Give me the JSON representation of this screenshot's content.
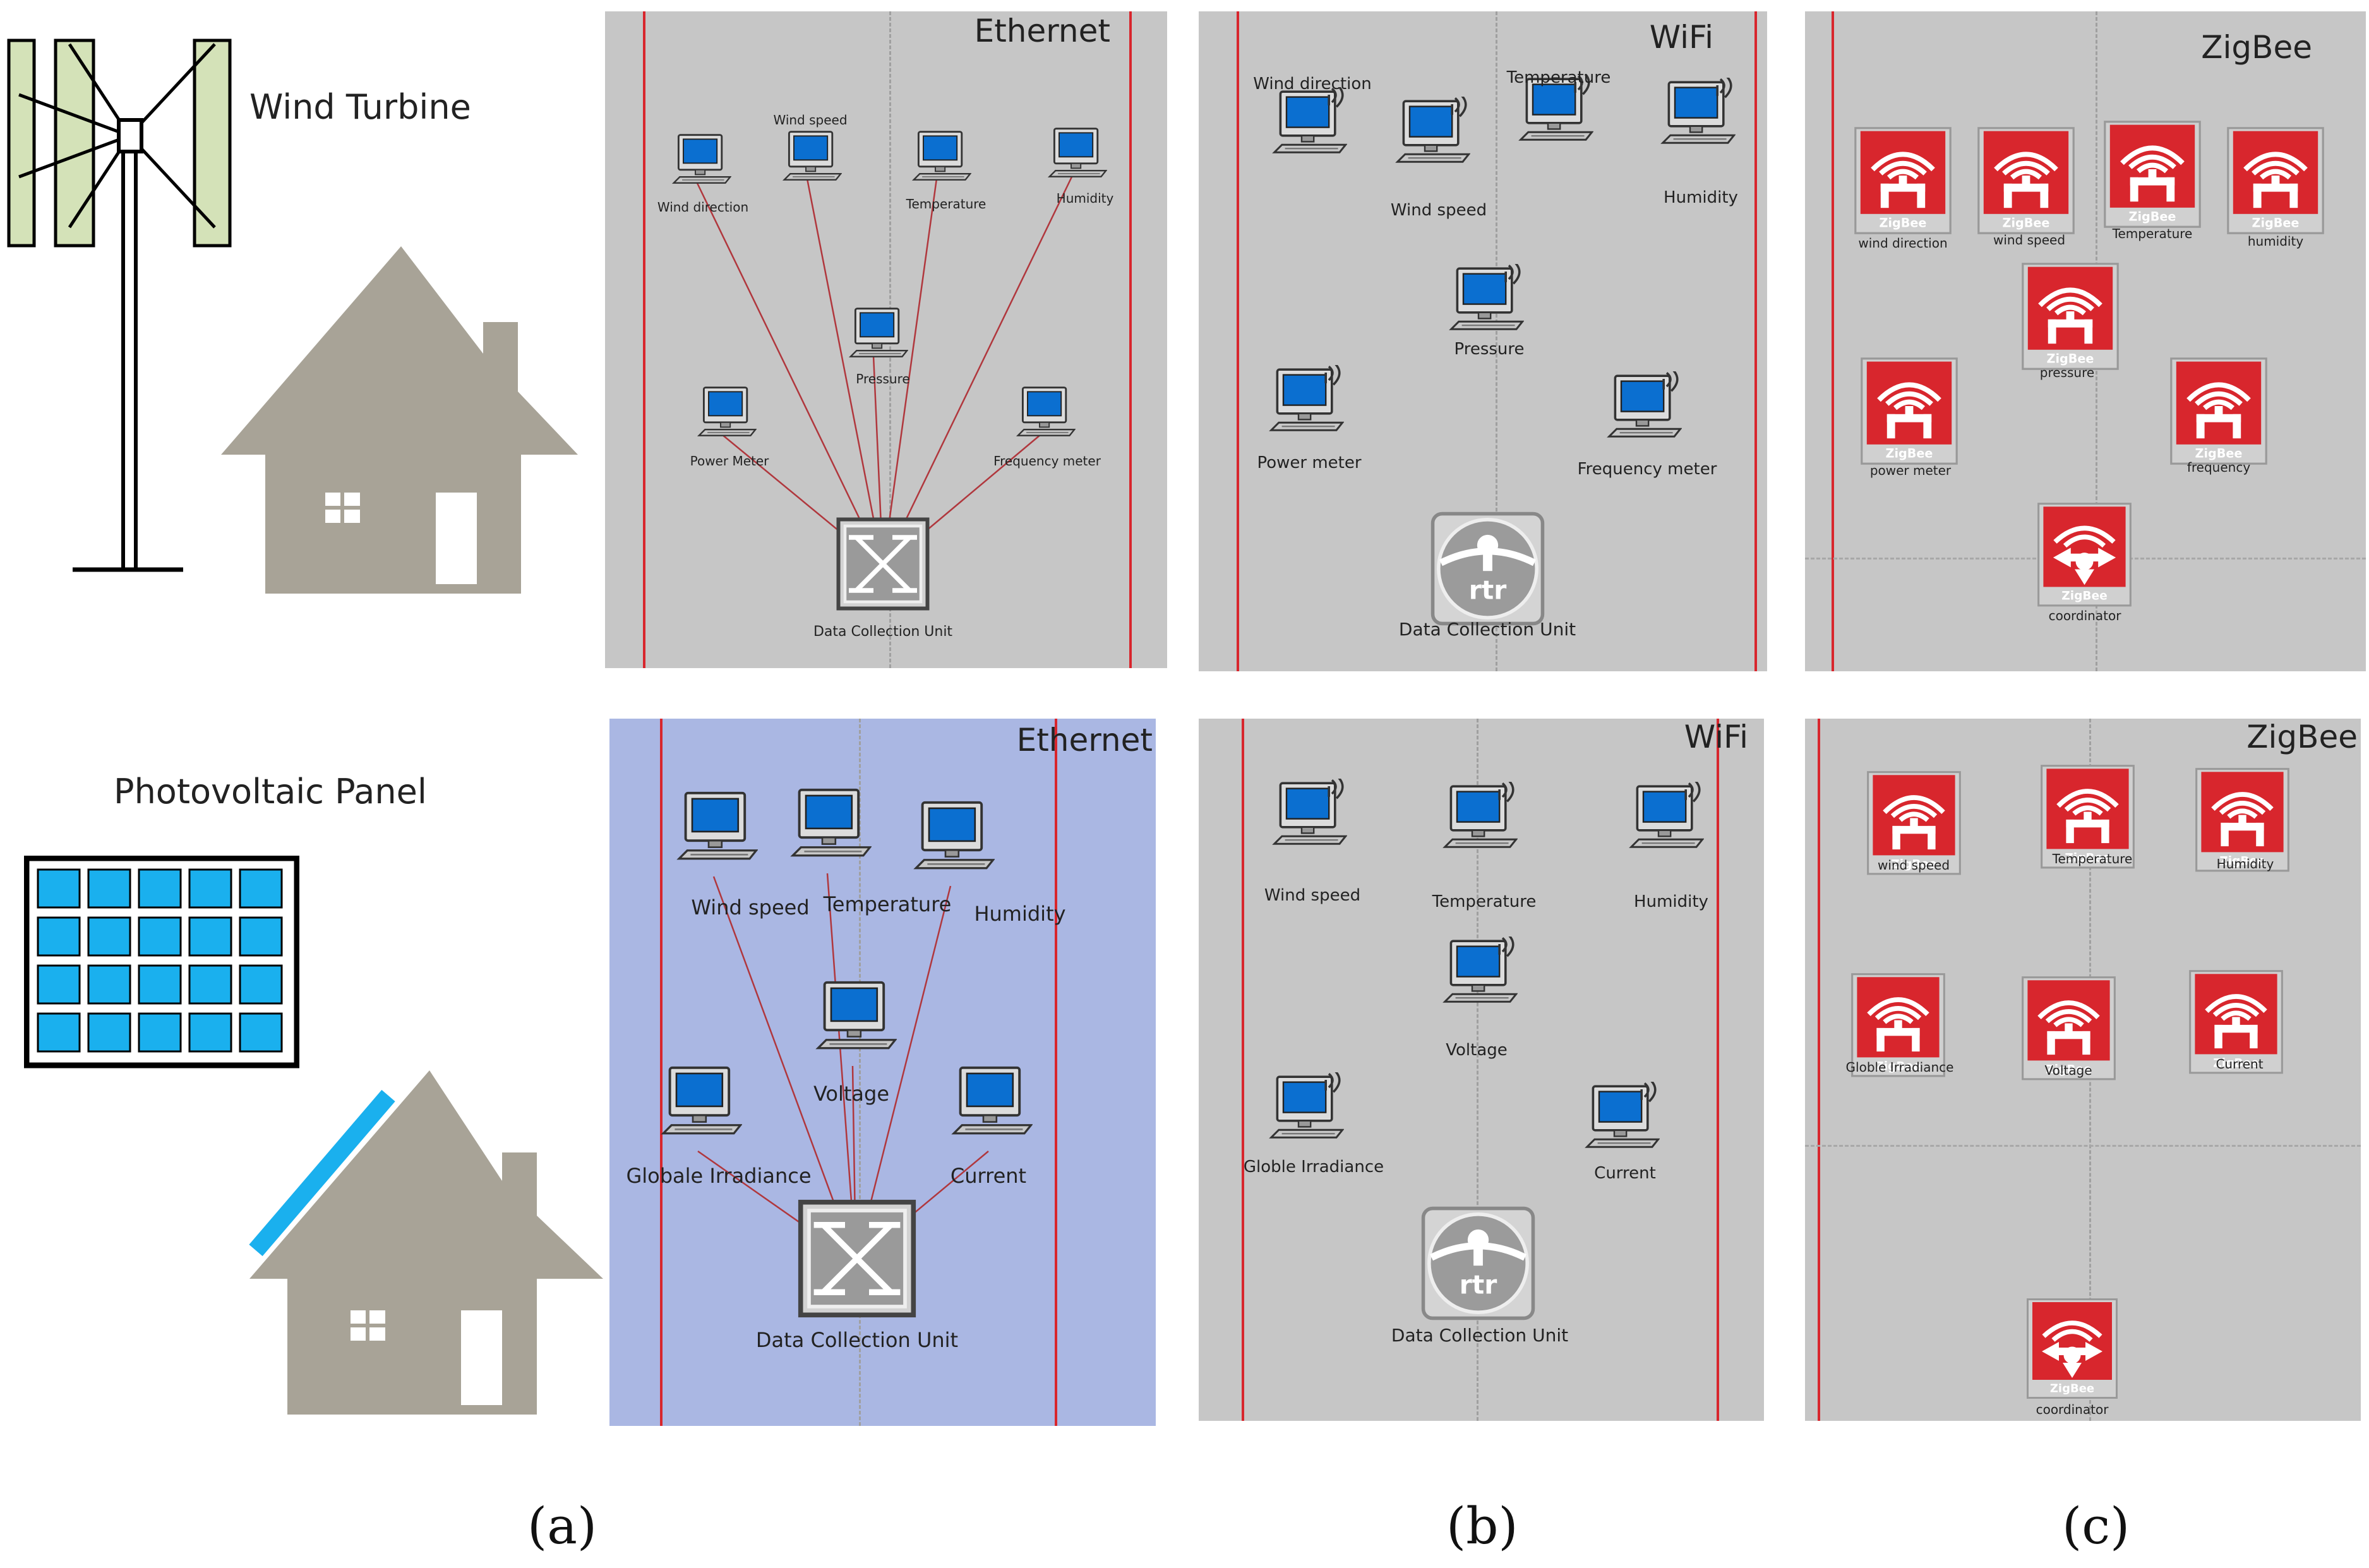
{
  "left": {
    "wind_turbine_label": "Wind Turbine",
    "pv_panel_label": "Photovoltaic Panel"
  },
  "wind": {
    "ethernet": {
      "title": "Ethernet",
      "sensors": [
        "Wind direction",
        "Wind speed",
        "Temperature",
        "Humidity",
        "Pressure",
        "Power Meter",
        "Frequency meter"
      ],
      "hub": "Data Collection Unit"
    },
    "wifi": {
      "title": "WiFi",
      "sensors": [
        "Wind direction",
        "Wind speed",
        "Temperature",
        "Humidity",
        "Pressure",
        "Power meter",
        "Frequency meter"
      ],
      "hub": "Data Collection Unit",
      "hub_icon_text": "rtr"
    },
    "zigbee": {
      "title": "ZigBee",
      "tag": "ZigBee",
      "sensors": [
        "wind direction",
        "wind speed",
        "Temperature",
        "humidity",
        "pressure",
        "power meter",
        "frequency"
      ],
      "hub": "coordinator"
    }
  },
  "pv": {
    "ethernet": {
      "title": "Ethernet",
      "sensors": [
        "Wind speed",
        "Temperature",
        "Humidity",
        "Voltage",
        "Globale Irradiance",
        "Current"
      ],
      "hub": "Data Collection Unit"
    },
    "wifi": {
      "title": "WiFi",
      "sensors": [
        "Wind speed",
        "Temperature",
        "Humidity",
        "Voltage",
        "Globle Irradiance",
        "Current"
      ],
      "hub": "Data Collection Unit",
      "hub_icon_text": "rtr"
    },
    "zigbee": {
      "title": "ZigBee",
      "tag": "ZigBee",
      "sensors": [
        "wind speed",
        "Temperature",
        "Humidity",
        "Globle Irradiance",
        "Voltage",
        "Current"
      ],
      "hub": "coordinator"
    }
  },
  "captions": {
    "a": "(a)",
    "b": "(b)",
    "c": "(c)"
  },
  "colors": {
    "house": "#a8a397",
    "turbine_blade": "#d4e2b8",
    "pv_cell": "#1ab0ee",
    "ethernet_bg_pv": "#aab7e3",
    "panel_bg": "#c6c6c6",
    "zigbee_red": "#d8262d",
    "link": "#b0373d"
  }
}
